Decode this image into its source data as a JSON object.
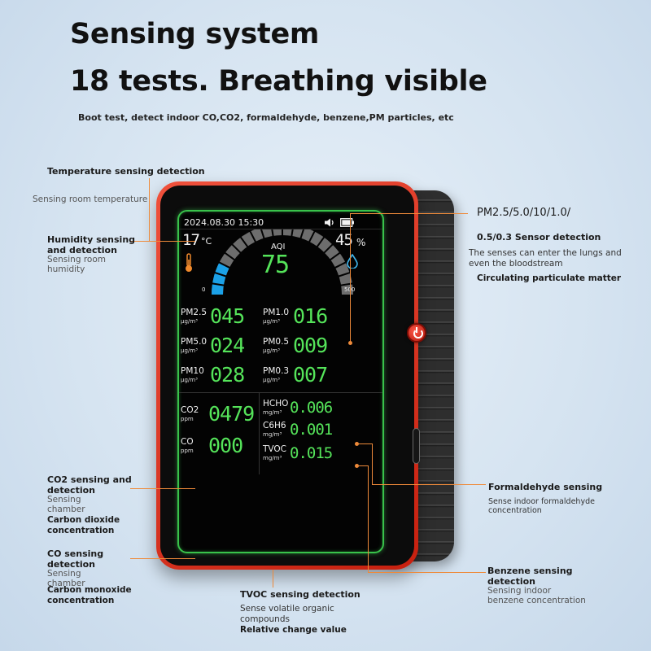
{
  "headline": {
    "line1": "Sensing system",
    "line2": "18 tests. Breathing visible",
    "subtitle": "Boot test, detect indoor CO,CO2, formaldehyde, benzene,PM particles, etc"
  },
  "callouts": {
    "temperature": {
      "title": "Temperature sensing detection",
      "desc": "Sensing room temperature"
    },
    "humidity": {
      "title_line1": "Humidity sensing",
      "title_line2": "and detection",
      "desc_line1": "Sensing room",
      "desc_line2": "humidity"
    },
    "pm": {
      "title_line1": "PM2.5/5.0/10/1.0/",
      "title_line2": "0.5/0.3 Sensor detection",
      "desc_line1": "The senses can enter the lungs and",
      "desc_line2": "even the bloodstream",
      "desc_line3": "Circulating particulate matter"
    },
    "co2": {
      "title_line1": "CO2 sensing and",
      "title_line2": "detection",
      "desc_line1": "Sensing",
      "desc_line2": "chamber",
      "desc_line3": "Carbon dioxide",
      "desc_line4": "concentration"
    },
    "co": {
      "title_line1": "CO sensing",
      "title_line2": "detection",
      "desc_line1": "Sensing",
      "desc_line2": "chamber",
      "desc_line3": "Carbon monoxide",
      "desc_line4": "concentration"
    },
    "tvoc": {
      "title": "TVOC sensing detection",
      "desc_line1": "Sense volatile organic",
      "desc_line2": "compounds",
      "desc_line3": "Relative change value"
    },
    "formaldehyde": {
      "title": "Formaldehyde sensing",
      "desc_line1": "Sense indoor formaldehyde",
      "desc_line2": "concentration"
    },
    "benzene": {
      "title_line1": "Benzene sensing",
      "title_line2": "detection",
      "desc_line1": "Sensing indoor",
      "desc_line2": "benzene concentration"
    }
  },
  "screen": {
    "datetime": "2024.08.30 15:30",
    "temperature": "17",
    "temperature_unit": "°C",
    "humidity": "45",
    "humidity_unit": "%",
    "aqi_label": "AQI",
    "aqi_value": "75",
    "aqi_level": 0.15,
    "gauge_min": "0",
    "gauge_max": "500",
    "battery_level": 1.0,
    "pm_left": [
      {
        "name": "PM2.5",
        "unit": "μg/m³",
        "value": "045"
      },
      {
        "name": "PM5.0",
        "unit": "μg/m³",
        "value": "024"
      },
      {
        "name": "PM10",
        "unit": "μg/m³",
        "value": "028"
      }
    ],
    "pm_right": [
      {
        "name": "PM1.0",
        "unit": "μg/m³",
        "value": "016"
      },
      {
        "name": "PM0.5",
        "unit": "μg/m³",
        "value": "009"
      },
      {
        "name": "PM0.3",
        "unit": "μg/m³",
        "value": "007"
      }
    ],
    "gas_left": [
      {
        "name": "CO2",
        "unit": "ppm",
        "value": "0479"
      },
      {
        "name": "CO",
        "unit": "ppm",
        "value": "000"
      }
    ],
    "gas_right": [
      {
        "name": "HCHO",
        "unit": "mg/m³",
        "value": "0.006"
      },
      {
        "name": "C6H6",
        "unit": "mg/m³",
        "value": "0.001"
      },
      {
        "name": "TVOC",
        "unit": "mg/m³",
        "value": "0.015"
      }
    ],
    "icons": [
      "speaker-icon",
      "battery-icon",
      "thermometer-icon",
      "water-drop-icon"
    ],
    "colors": {
      "digits": "#55e45a",
      "frame": "#39c24b",
      "gauge_start": "#1ba1e8",
      "gauge_end": "#2dc6e6",
      "casing": "#e33a26"
    }
  }
}
